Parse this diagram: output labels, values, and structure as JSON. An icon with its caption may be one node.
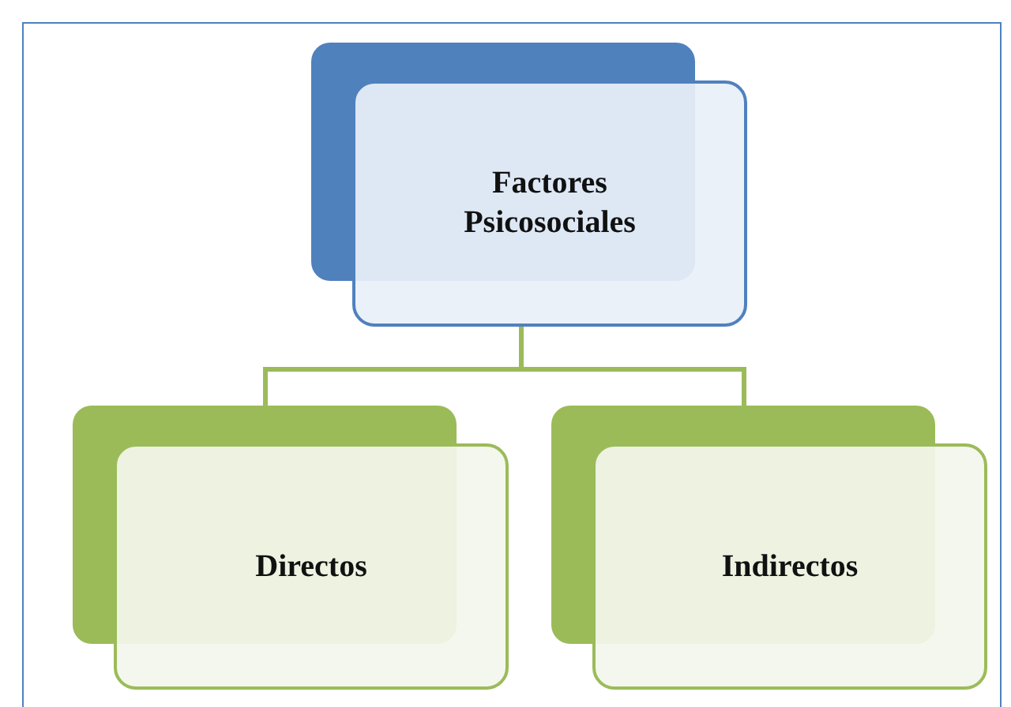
{
  "diagram": {
    "nodes": [
      {
        "text": [
          "Factores Psicosociales"
        ]
      },
      {
        "text": [
          "Directos"
        ]
      },
      {
        "text": [
          "Indirectos"
        ]
      }
    ],
    "edges": [
      {
        "from": 0,
        "to": 1,
        "arrow": "none",
        "color": "#9bbb59"
      },
      {
        "from": 0,
        "to": 2,
        "arrow": "none",
        "color": "#9bbb59"
      }
    ]
  }
}
